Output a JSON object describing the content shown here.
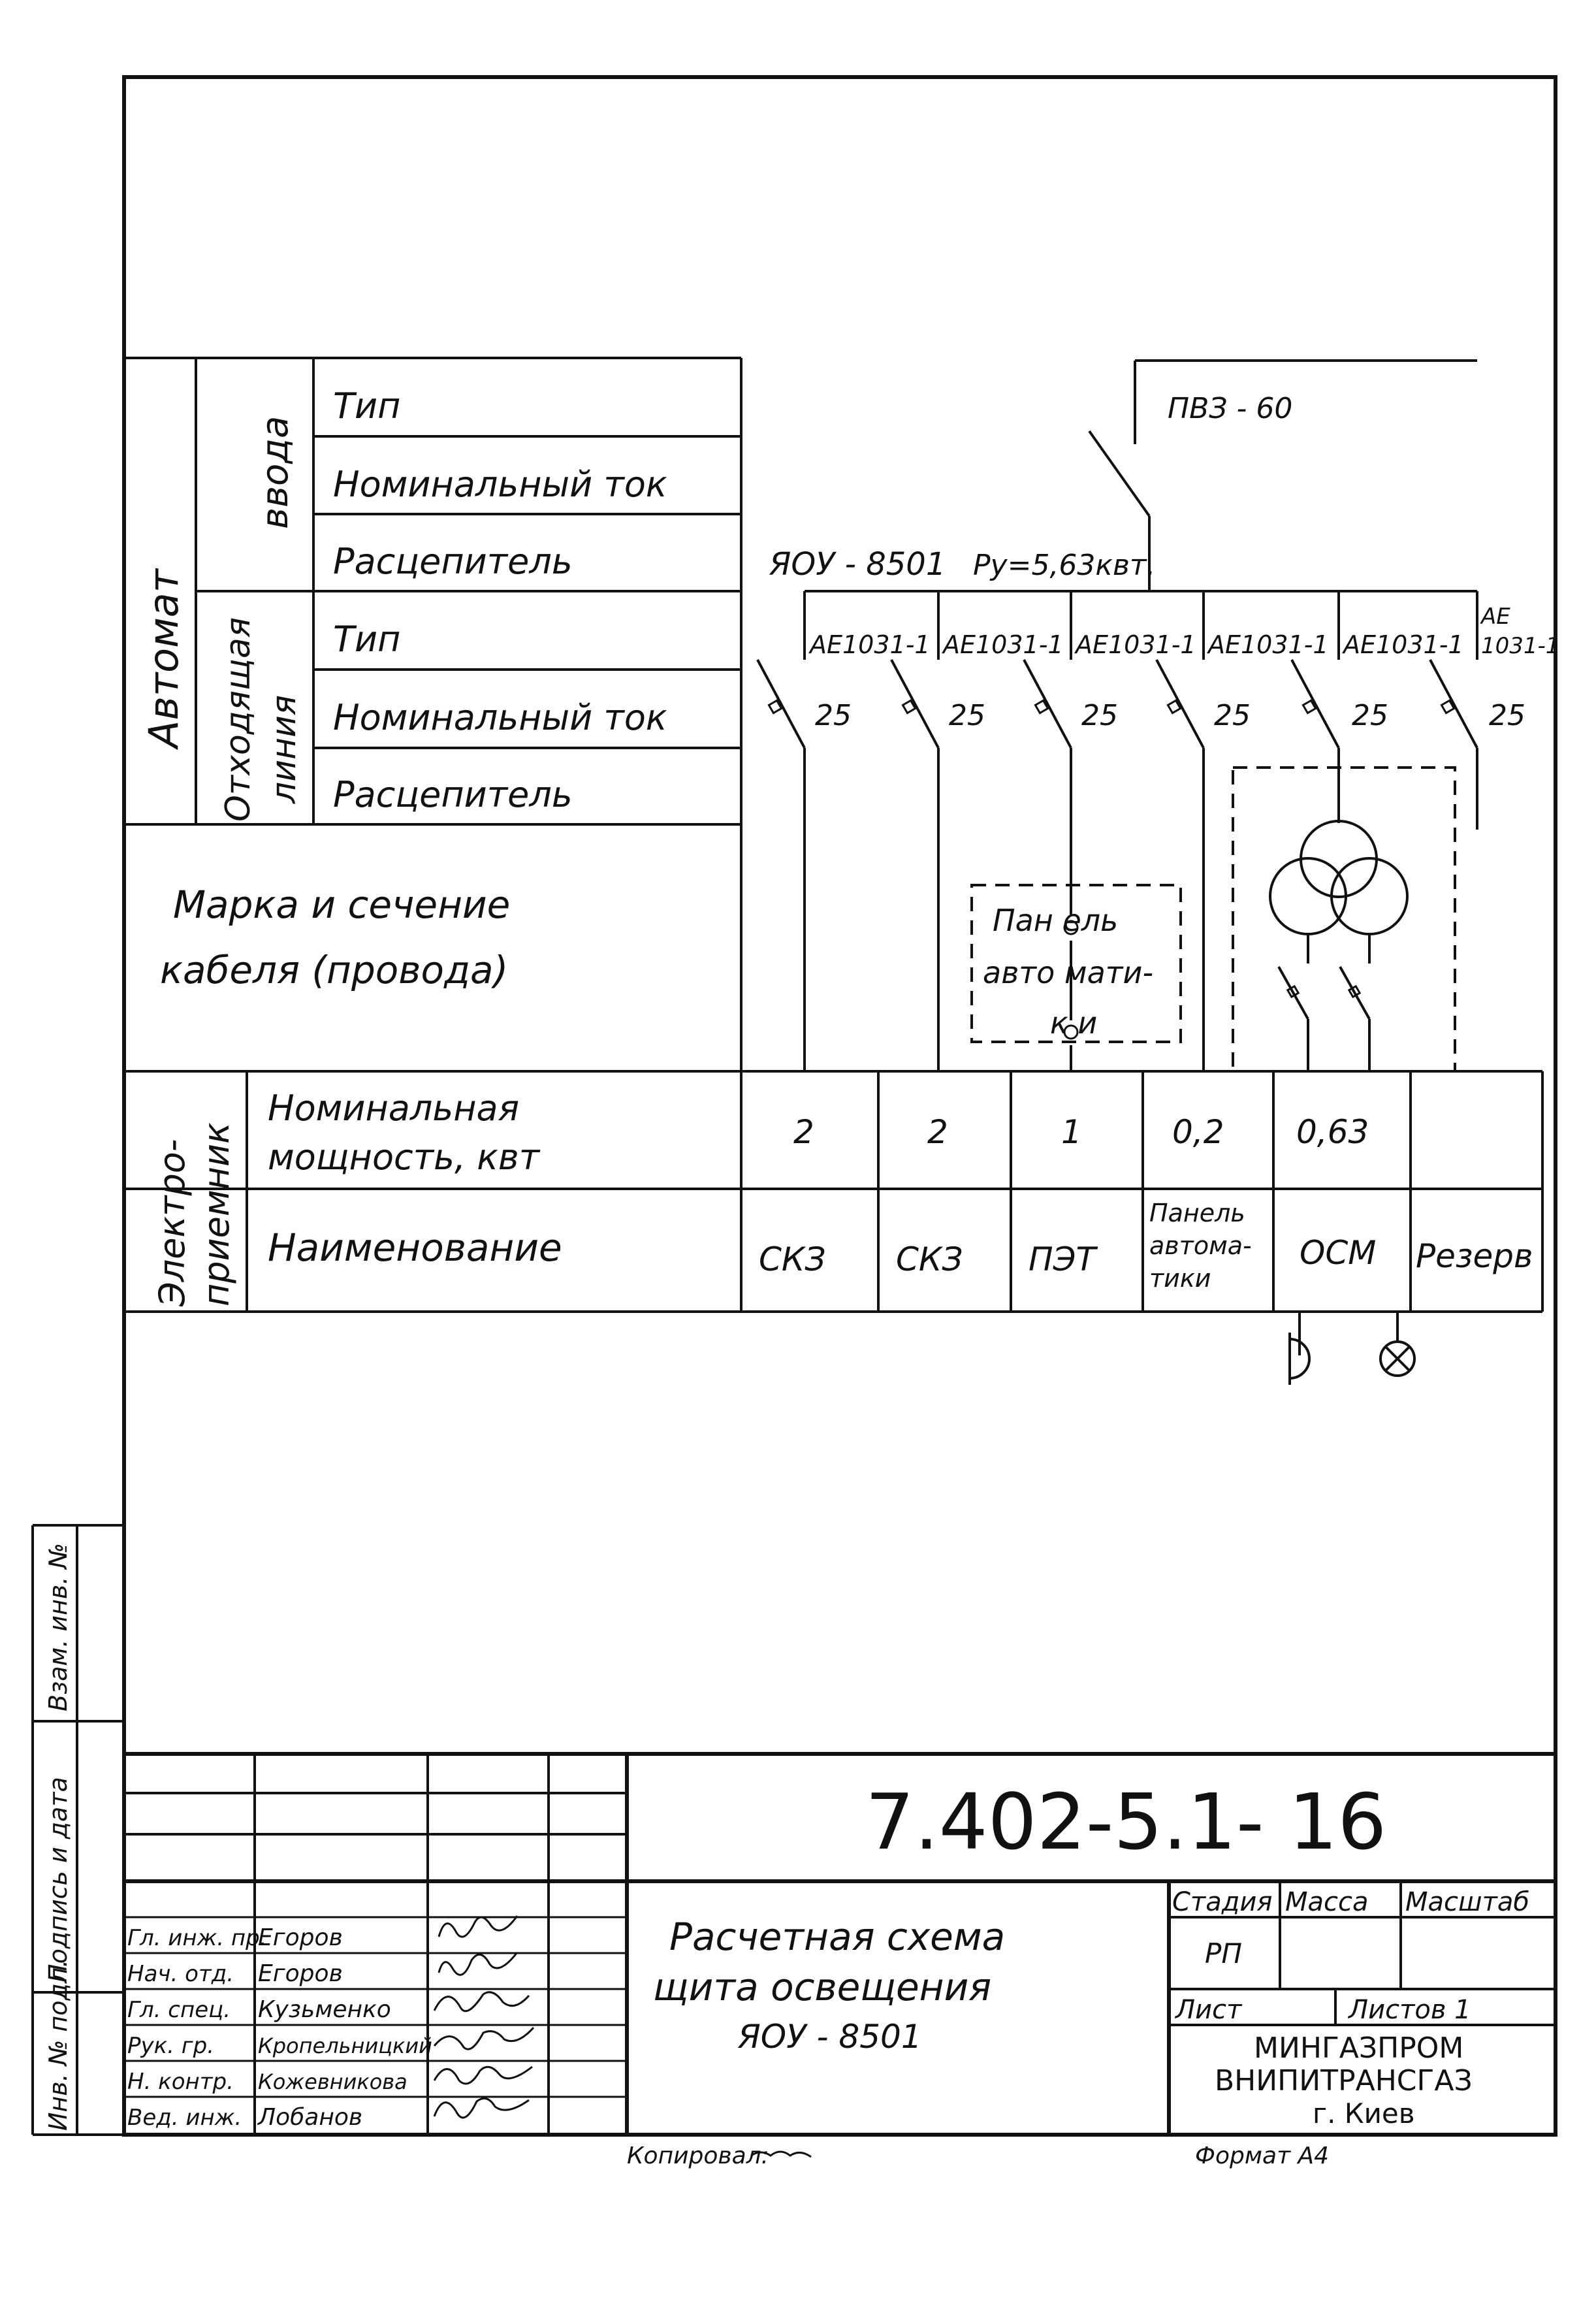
{
  "labels": {
    "avtomat": "Автомат",
    "vvoda": "ввода",
    "otkhodyashchaya": "Отходящая",
    "liniya": "линия",
    "tip1": "Тип",
    "nom_tok1": "Номинальный ток",
    "rastsep1": "Расцепитель",
    "tip2": "Тип",
    "nom_tok2": "Номинальный ток",
    "rastsep2": "Расцепитель",
    "marka1": "Марка и сечение",
    "marka2": "кабеля (провода)",
    "elektro1": "Электро-",
    "elektro2": "приемник",
    "nom_mosh1": "Номинальная",
    "nom_mosh2": "мощность, квт",
    "naimenovanie": "Наименование"
  },
  "scheme": {
    "input_breaker": "ПВЗ - 60",
    "panel_name": "ЯОУ - 8501",
    "power": "Ру=5,63квт.",
    "outgoing": [
      {
        "type": "АЕ1031-1",
        "current": "25",
        "power": "2",
        "name": "СКЗ"
      },
      {
        "type": "АЕ1031-1",
        "current": "25",
        "power": "2",
        "name": "СКЗ"
      },
      {
        "type": "АЕ1031-1",
        "current": "25",
        "power": "1",
        "name": "ПЭТ"
      },
      {
        "type": "АЕ1031-1",
        "current": "25",
        "power": "0,2",
        "name": "Панель автоматики"
      },
      {
        "type": "АЕ1031-1",
        "current": "25",
        "power": "0,63",
        "name": "ОСМ"
      },
      {
        "type": "АЕ 1031-1",
        "current": "25",
        "power": "",
        "name": "Резерв"
      }
    ],
    "panel_label_1": "Пан ель",
    "panel_label_2": "авто мати-",
    "panel_label_3": "к и",
    "name4_l1": "Панель",
    "name4_l2": "автома-",
    "name4_l3": "тики"
  },
  "side_stamp": {
    "inv_podl": "Инв. № подл.",
    "podpis_data": "Подпись и дата",
    "vzam_inv": "Взам. инв. №"
  },
  "title_block": {
    "code": "7.402-5.1- 16",
    "title_1": "Расчетная схема",
    "title_2": "щита освещения",
    "title_3": "ЯОУ - 8501",
    "stadiya": "Стадия",
    "massa": "Масса",
    "masshtab": "Масштаб",
    "stadiya_val": "РП",
    "list": "Лист",
    "listov": "Листов 1",
    "org_1": "МИНГАЗПРОМ",
    "org_2": "ВНИПИТРАНСГАЗ",
    "org_3": "г. Киев",
    "people": [
      {
        "role": "Гл. инж. пр.",
        "name": "Егоров"
      },
      {
        "role": "Нач. отд.",
        "name": "Егоров"
      },
      {
        "role": "Гл. спец.",
        "name": "Кузьменко"
      },
      {
        "role": "Рук. гр.",
        "name": "Кропельницкий"
      },
      {
        "role": "Н. контр.",
        "name": "Кожевникова"
      },
      {
        "role": "Вед. инж.",
        "name": "Лобанов"
      }
    ]
  },
  "footer": {
    "kopiroval": "Копировал:",
    "format": "Формат А4"
  }
}
